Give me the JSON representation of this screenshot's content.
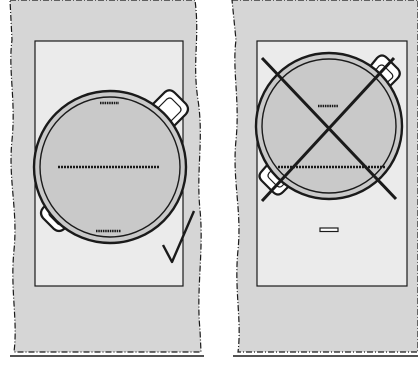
{
  "figure": {
    "panels": [
      {
        "id": "correct",
        "verdict_icon": "checkmark-icon",
        "pot_orientation": "handles-diagonal-left-low"
      },
      {
        "id": "incorrect",
        "verdict_icon": "cross-icon",
        "pot_orientation": "handles-diagonal-left-low"
      }
    ],
    "colors": {
      "countertop": "#d6d6d6",
      "zone": "#ebebeb",
      "pot": "#c9c9c9",
      "line": "#1a1a1a",
      "background": "#ffffff"
    }
  }
}
